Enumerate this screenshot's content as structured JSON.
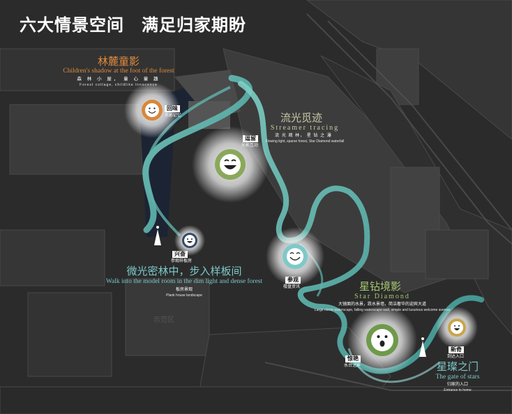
{
  "page_title": "六大情景空间　满足归家期盼",
  "zones": {
    "forest_shadow": {
      "name_zh": "林麓童影",
      "name_en": "Children's shadow at the foot of the forest",
      "desc_zh": "森 林 小 屋， 童 心 童 趣",
      "desc_en": "Forest cottage, childlike innocence"
    },
    "streamer": {
      "name_zh": "流光觅迹",
      "name_en": "Streamer tracing",
      "desc_zh": "流 光 疏 林， 星 钻 之 瀑",
      "desc_en": "Flowing light, sparse forest, Star Diamond waterfall"
    },
    "model_room": {
      "name_zh": "微光密林中，步入样板间",
      "name_en": "Walk into the model room in the dim light and dense forest",
      "desc_zh": "板房景观",
      "desc_en": "Plank house landscape"
    },
    "star_diamond": {
      "name_zh": "星钻境影",
      "name_en": "Star Diamond",
      "desc_zh": "大镜面的水景，跌水景墙，简洁奢华的迎宾大道",
      "desc_en": "Large mirror waterscape, falling waterscape wall, simple and luxurious welcome avenue"
    },
    "gate": {
      "name_zh": "星璨之门",
      "name_en": "The gate of stars",
      "desc_zh": "归家的入口",
      "desc_en": "Entrance to home"
    }
  },
  "badges": [
    {
      "id": "recall",
      "label": "回味",
      "sub": "光影记忆"
    },
    {
      "id": "happy",
      "label": "逗留",
      "sub": "光影互动"
    },
    {
      "id": "excited",
      "label": "兴奋",
      "sub": "参观样板房"
    },
    {
      "id": "visit",
      "label": "参观",
      "sub": "楼盘资讯"
    },
    {
      "id": "surprise",
      "label": "惊艳",
      "sub": "水台之声"
    },
    {
      "id": "fresh",
      "label": "新奇",
      "sub": "到达入口"
    }
  ],
  "map_labels": {
    "demo_zone": "示范区"
  },
  "colors": {
    "orange": "#e08a3c",
    "teal": "#7ec9c9",
    "green": "#a6c770",
    "khaki": "#c9c7a6",
    "ribbon": "#5fb3ad",
    "face_orange": "#d9873a",
    "face_green": "#8aa85a",
    "face_teal": "#7ec9c9",
    "face_gold": "#c9a54a"
  },
  "icons": [
    "smile-face-icon",
    "laugh-face-icon",
    "surprised-face-icon",
    "person-marker-icon"
  ]
}
